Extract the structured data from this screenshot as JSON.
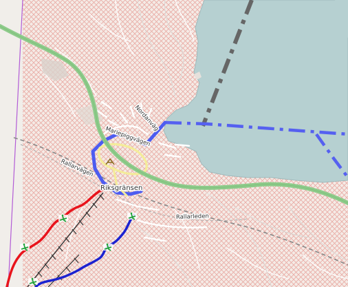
{
  "map": {
    "labels": {
      "place": "Riksgränsen",
      "road_rallarvagen": "Rallarvägen",
      "road_rallarleden": "Rallarleden",
      "road_nordanvagen": "Nordanväg",
      "road_mariepiggvagen": "Mariepiggvägen"
    },
    "colors": {
      "land": "#f3ece7",
      "protected_hatch": "#e8a39c",
      "water": "#b6d0d1",
      "highway": "#8ecb8b",
      "border_blue": "#5560f0",
      "ski_red": "#e8141c",
      "ski_blue": "#1c22d0",
      "lift": "#333333",
      "dashed_line": "#666666",
      "boundary_purple": "#b25bd6"
    },
    "icons": [
      "skier-icon",
      "aerialway-icon",
      "tourism-icon"
    ]
  }
}
